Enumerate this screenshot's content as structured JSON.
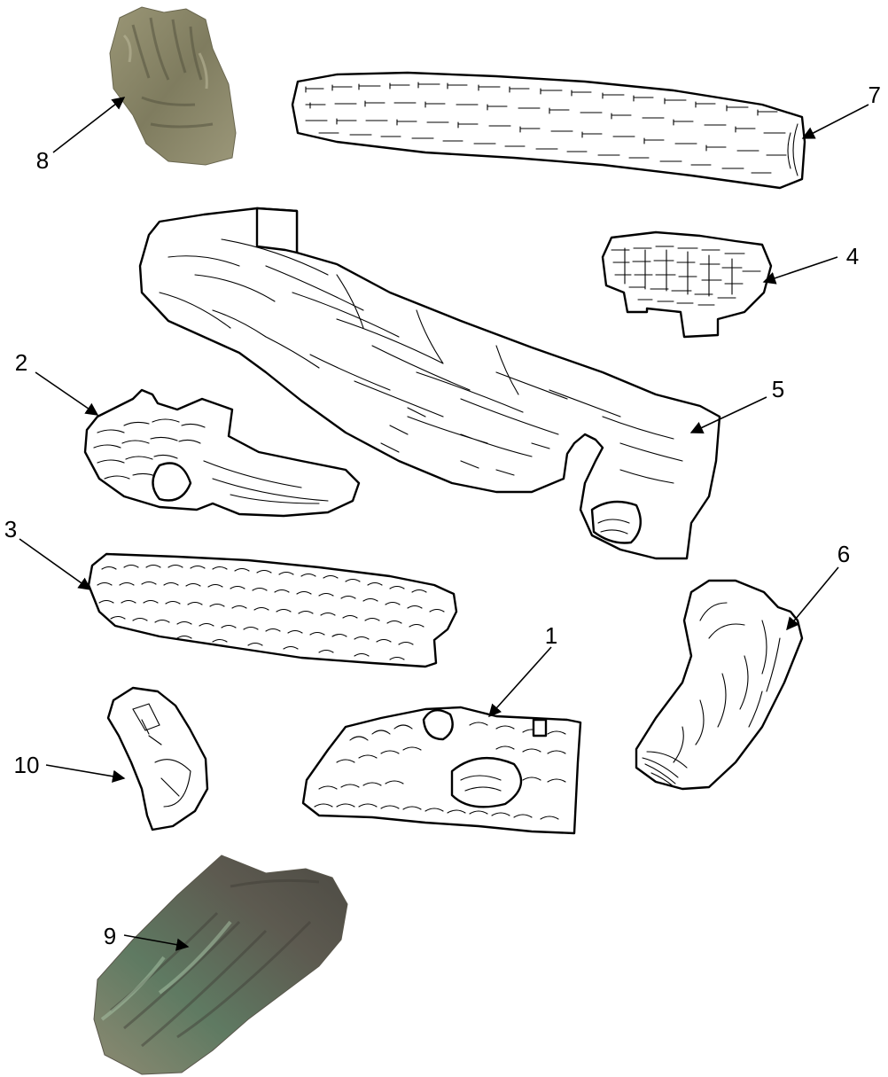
{
  "callouts": [
    {
      "id": "1",
      "label": "1"
    },
    {
      "id": "2",
      "label": "2"
    },
    {
      "id": "3",
      "label": "3"
    },
    {
      "id": "4",
      "label": "4"
    },
    {
      "id": "5",
      "label": "5"
    },
    {
      "id": "6",
      "label": "6"
    },
    {
      "id": "7",
      "label": "7"
    },
    {
      "id": "8",
      "label": "8"
    },
    {
      "id": "9",
      "label": "9"
    },
    {
      "id": "10",
      "label": "10"
    }
  ],
  "colors": {
    "line": "#000000",
    "background": "#ffffff",
    "ember_piece": "#8f8a6a",
    "photo_log": "#6f6a5c"
  }
}
